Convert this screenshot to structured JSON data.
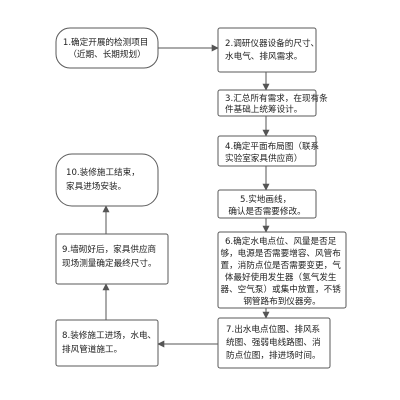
{
  "steps": [
    {
      "id": 1,
      "lines": [
        "1.确定开展的检测项目",
        "（近期、长期规划）"
      ]
    },
    {
      "id": 2,
      "lines": [
        "2.调研仪器设备的尺寸、",
        "水电气、排风需求。"
      ]
    },
    {
      "id": 3,
      "lines": [
        "3.汇总所有需求，在现有条",
        "件基础上统筹设计。"
      ]
    },
    {
      "id": 4,
      "lines": [
        "4.确定平面布局图（联系",
        "实验室家具供应商）"
      ]
    },
    {
      "id": 5,
      "lines": [
        "5.实地画线，",
        "确认是否需要修改。"
      ]
    },
    {
      "id": 6,
      "lines": [
        "6.确定水电点位、风量是否足",
        "够，电源是否需要增容、风管布",
        "置，消防点位是否需要变更，气",
        "体最好使用发生器（氢气发生",
        "器、空气泵）或集中放置，不锈",
        "钢管路布到仪器旁。"
      ]
    },
    {
      "id": 7,
      "lines": [
        "7.出水电点位图、排风系",
        "统图、强弱电线路图、消",
        "防点位图，排进场时间。"
      ]
    },
    {
      "id": 8,
      "lines": [
        "8.装修施工进场，水电、",
        "排风管道施工。"
      ]
    },
    {
      "id": 9,
      "lines": [
        "9.墙砌好后，家具供应商",
        "现场测量确定最终尺寸。"
      ]
    },
    {
      "id": 10,
      "lines": [
        "10.装修施工结束，",
        "家具进场安装。"
      ]
    }
  ]
}
